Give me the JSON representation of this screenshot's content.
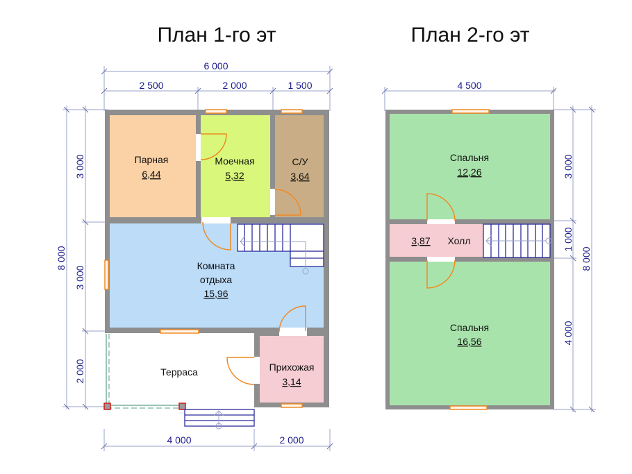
{
  "titles": {
    "floor1": "План 1-го эт",
    "floor2": "План 2-го эт"
  },
  "colors": {
    "wall": "#8e8e8e",
    "parnaya": "#fbd2a6",
    "moechnaya": "#d9f77a",
    "su": "#c9ad86",
    "komnata": "#bcdcf8",
    "prihozhaya": "#f5cdd2",
    "terrace": "#ffffff",
    "spalnya": "#a9e3ac",
    "holl": "#f5cdd2",
    "dimension_text": "#1c1c8c",
    "window_door": "#f08a24",
    "stairs": "#2b2b9a"
  },
  "floor1": {
    "dimensions": {
      "top_total": "6 000",
      "top_segments": [
        "2 500",
        "2 000",
        "1 500"
      ],
      "left_total": "8 000",
      "left_segments": [
        "3 000",
        "3 000",
        "2 000"
      ],
      "bottom_segments": [
        "4 000",
        "2 000"
      ]
    },
    "rooms": [
      {
        "name": "Парная",
        "area": "6,44"
      },
      {
        "name": "Моечная",
        "area": "5,32"
      },
      {
        "name": "С/У",
        "area": "3,64"
      },
      {
        "name_line1": "Комната",
        "name_line2": "отдыха",
        "area": "15,96"
      },
      {
        "name": "Терраса"
      },
      {
        "name": "Прихожая",
        "area": "3,14"
      }
    ]
  },
  "floor2": {
    "dimensions": {
      "top_total": "4 500",
      "right_segments": [
        "3 000",
        "1 000",
        "4 000"
      ],
      "right_total": "8 000"
    },
    "rooms": [
      {
        "name": "Спальня",
        "area": "12,26"
      },
      {
        "name": "Холл",
        "area": "3,87"
      },
      {
        "name": "Спальня",
        "area": "16,56"
      }
    ]
  }
}
